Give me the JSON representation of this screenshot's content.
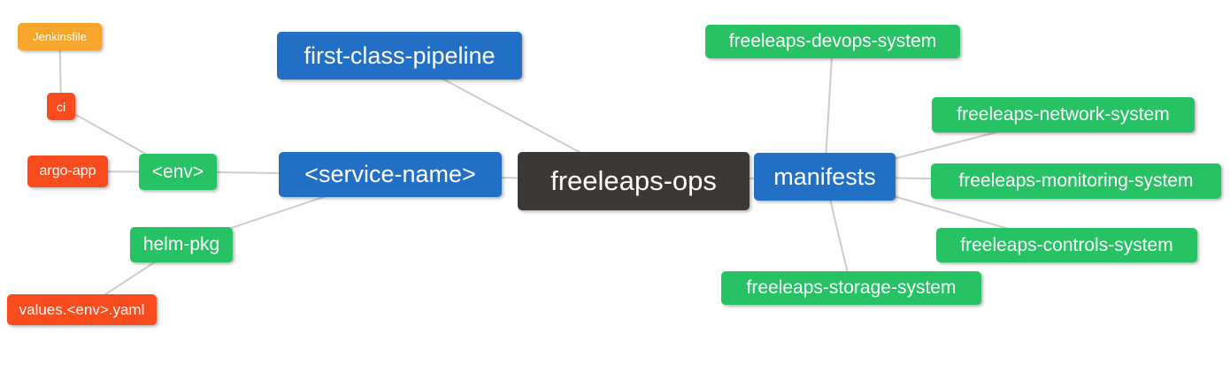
{
  "diagram": {
    "type": "mindmap",
    "background": "#ffffff",
    "palette": {
      "blue": "#2270c6",
      "green": "#26c263",
      "red": "#f84b1e",
      "orange": "#f6a62b",
      "dark": "#3b3835",
      "edge": "#cccccc",
      "text": "#ffffff"
    },
    "root_label": "freeleaps-ops",
    "nodes": [
      {
        "id": "jenkinsfile",
        "label": "Jenkinsfile",
        "color": "orange"
      },
      {
        "id": "ci",
        "label": "ci",
        "color": "red"
      },
      {
        "id": "argo-app",
        "label": "argo-app",
        "color": "red"
      },
      {
        "id": "env",
        "label": "<env>",
        "color": "green"
      },
      {
        "id": "helm-pkg",
        "label": "helm-pkg",
        "color": "green"
      },
      {
        "id": "values-env-yaml",
        "label": "values.<env>.yaml",
        "color": "red"
      },
      {
        "id": "first-class-pipeline",
        "label": "first-class-pipeline",
        "color": "blue"
      },
      {
        "id": "service-name",
        "label": "<service-name>",
        "color": "blue"
      },
      {
        "id": "freeleaps-ops",
        "label": "freeleaps-ops",
        "color": "dark"
      },
      {
        "id": "manifests",
        "label": "manifests",
        "color": "blue"
      },
      {
        "id": "devops-system",
        "label": "freeleaps-devops-system",
        "color": "green"
      },
      {
        "id": "network-system",
        "label": "freeleaps-network-system",
        "color": "green"
      },
      {
        "id": "monitoring-system",
        "label": "freeleaps-monitoring-system",
        "color": "green"
      },
      {
        "id": "controls-system",
        "label": "freeleaps-controls-system",
        "color": "green"
      },
      {
        "id": "storage-system",
        "label": "freeleaps-storage-system",
        "color": "green"
      }
    ],
    "edges": [
      [
        "jenkinsfile",
        "ci"
      ],
      [
        "ci",
        "env"
      ],
      [
        "argo-app",
        "env"
      ],
      [
        "env",
        "service-name"
      ],
      [
        "helm-pkg",
        "service-name"
      ],
      [
        "values-env-yaml",
        "helm-pkg"
      ],
      [
        "first-class-pipeline",
        "freeleaps-ops"
      ],
      [
        "service-name",
        "freeleaps-ops"
      ],
      [
        "freeleaps-ops",
        "manifests"
      ],
      [
        "manifests",
        "devops-system"
      ],
      [
        "manifests",
        "network-system"
      ],
      [
        "manifests",
        "monitoring-system"
      ],
      [
        "manifests",
        "controls-system"
      ],
      [
        "manifests",
        "storage-system"
      ]
    ]
  }
}
